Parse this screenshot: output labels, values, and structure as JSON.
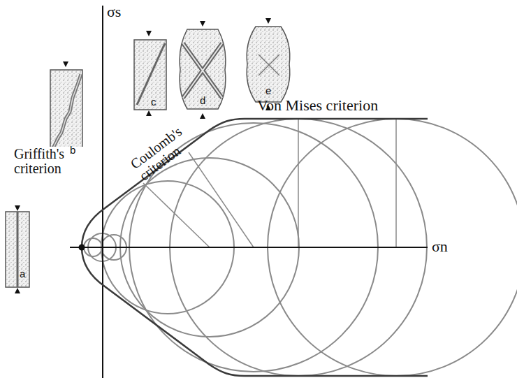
{
  "diagram": {
    "labels": [
      "σs",
      "σn",
      "Griffith's criterion",
      "Coulomb's criterion",
      "Von Mises criterion",
      "a",
      "b",
      "c",
      "d",
      "e"
    ]
  }
}
